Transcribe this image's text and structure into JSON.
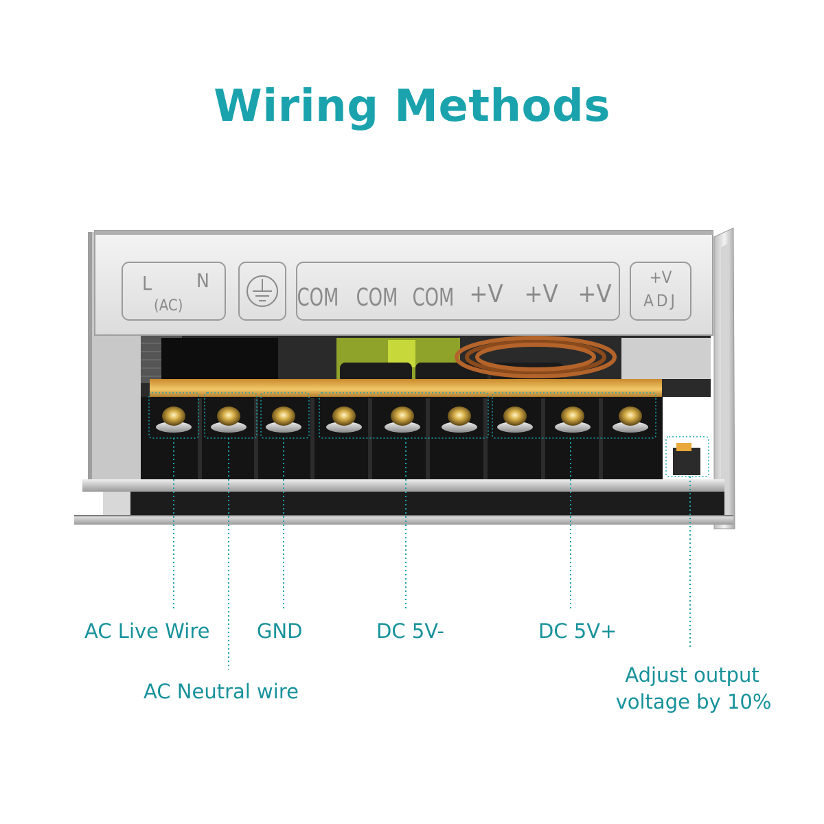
{
  "title": "Wiring Methods",
  "panel": {
    "ac_l": "L",
    "ac_n": "N",
    "ac_mid": "(AC)",
    "terminals": [
      "COM",
      "COM",
      "COM",
      "+V",
      "+V",
      "+V"
    ],
    "adj_top": "+V",
    "adj_bottom": "ADJ"
  },
  "labels": {
    "ac_live": "AC Live Wire",
    "ac_neutral": "AC Neutral wire",
    "gnd": "GND",
    "dc_minus": "DC 5V-",
    "dc_plus": "DC 5V+",
    "adjust_line1": "Adjust output",
    "adjust_line2": "voltage by 10%"
  },
  "colors": {
    "accent": "#1aa3ad",
    "label": "#17929b"
  },
  "icons": {
    "ground": "ground-symbol-icon"
  }
}
